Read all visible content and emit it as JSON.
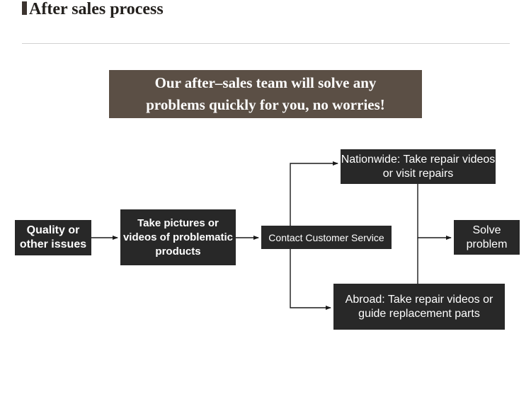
{
  "header": {
    "title": "After sales process",
    "bullet": "title-bullet"
  },
  "banner": {
    "line1": "Our after–sales team will solve any",
    "line2": "problems quickly for you, no worries!",
    "background": "#5b4f45",
    "text_color": "#ffffff"
  },
  "diagram": {
    "type": "flowchart",
    "node_color": "#282828",
    "node_text_color": "#ffffff",
    "connector_color": "#1a1a1a",
    "nodes": [
      {
        "id": "quality",
        "label": "Quality or other issues"
      },
      {
        "id": "pictures",
        "label": "Take pictures or videos of problematic products"
      },
      {
        "id": "contact",
        "label": "Contact Customer Service"
      },
      {
        "id": "nationwide",
        "label": "Nationwide: Take repair videos or visit repairs"
      },
      {
        "id": "abroad",
        "label": "Abroad: Take repair videos or guide replacement parts"
      },
      {
        "id": "solve",
        "label": "Solve problem"
      }
    ],
    "edges": [
      {
        "from": "quality",
        "to": "pictures"
      },
      {
        "from": "pictures",
        "to": "contact"
      },
      {
        "from": "contact",
        "to": "nationwide"
      },
      {
        "from": "contact",
        "to": "abroad"
      },
      {
        "from": "nationwide",
        "to": "solve"
      },
      {
        "from": "abroad",
        "to": "solve"
      }
    ]
  }
}
